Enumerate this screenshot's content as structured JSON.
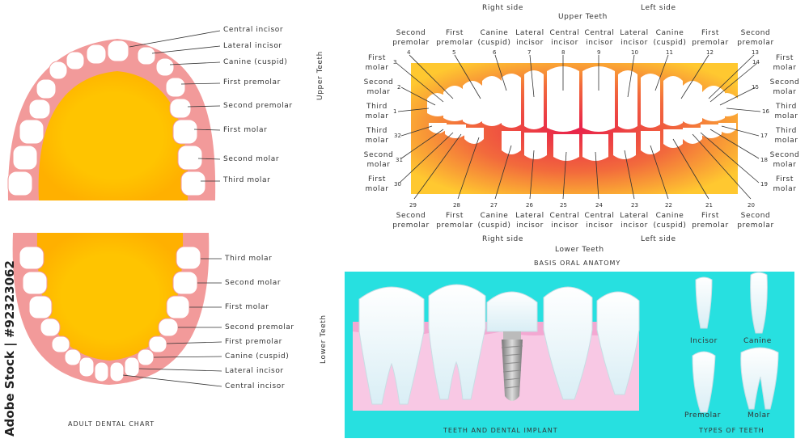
{
  "upper_arch": {
    "labels": [
      "Central incisor",
      "Lateral incisor",
      "Canine (cuspid)",
      "First premolar",
      "Second premolar",
      "First molar",
      "Second molar",
      "Third molar"
    ],
    "side_label": "Upper Teeth"
  },
  "lower_arch": {
    "labels": [
      "Third molar",
      "Second molar",
      "First molar",
      "Second premolar",
      "First premolar",
      "Canine (cuspid)",
      "Lateral incisor",
      "Central incisor"
    ],
    "side_label": "Lower Teeth",
    "caption": "ADULT DENTAL CHART"
  },
  "front_view": {
    "right_side": "Right side",
    "left_side": "Left side",
    "upper_title": "Upper Teeth",
    "lower_title": "Lower Teeth",
    "top_labels": [
      {
        "l1": "Second",
        "l2": "premolar"
      },
      {
        "l1": "First",
        "l2": "premolar"
      },
      {
        "l1": "Canine",
        "l2": "(cuspid)"
      },
      {
        "l1": "Lateral",
        "l2": "incisor"
      },
      {
        "l1": "Central",
        "l2": "incisor"
      },
      {
        "l1": "Central",
        "l2": "incisor"
      },
      {
        "l1": "Lateral",
        "l2": "incisor"
      },
      {
        "l1": "Canine",
        "l2": "(cuspid)"
      },
      {
        "l1": "First",
        "l2": "premolar"
      },
      {
        "l1": "Second",
        "l2": "premolar"
      }
    ],
    "top_numbers": [
      "4",
      "5",
      "6",
      "7",
      "8",
      "9",
      "10",
      "11",
      "12",
      "13"
    ],
    "bottom_labels": [
      {
        "l1": "Second",
        "l2": "premolar"
      },
      {
        "l1": "First",
        "l2": "premolar"
      },
      {
        "l1": "Canine",
        "l2": "(cuspid)"
      },
      {
        "l1": "Lateral",
        "l2": "incisor"
      },
      {
        "l1": "Central",
        "l2": "incisor"
      },
      {
        "l1": "Central",
        "l2": "incisor"
      },
      {
        "l1": "Lateral",
        "l2": "incisor"
      },
      {
        "l1": "Canine",
        "l2": "(cuspid)"
      },
      {
        "l1": "First",
        "l2": "premolar"
      },
      {
        "l1": "Second",
        "l2": "premolar"
      }
    ],
    "bottom_numbers": [
      "29",
      "28",
      "27",
      "26",
      "25",
      "24",
      "23",
      "22",
      "21",
      "20"
    ],
    "left_labels": [
      {
        "l1": "First",
        "l2": "molar",
        "n": "3"
      },
      {
        "l1": "Second",
        "l2": "molar",
        "n": "2"
      },
      {
        "l1": "Third",
        "l2": "molar",
        "n": "1"
      },
      {
        "l1": "Third",
        "l2": "molar",
        "n": "32"
      },
      {
        "l1": "Second",
        "l2": "molar",
        "n": "31"
      },
      {
        "l1": "First",
        "l2": "molar",
        "n": "30"
      }
    ],
    "right_labels": [
      {
        "l1": "First",
        "l2": "molar",
        "n": "14"
      },
      {
        "l1": "Second",
        "l2": "molar",
        "n": "15"
      },
      {
        "l1": "Third",
        "l2": "molar",
        "n": "16"
      },
      {
        "l1": "Third",
        "l2": "molar",
        "n": "17"
      },
      {
        "l1": "Second",
        "l2": "molar",
        "n": "18"
      },
      {
        "l1": "First",
        "l2": "molar",
        "n": "19"
      }
    ]
  },
  "oral_anatomy": {
    "title": "BASIS ORAL ANATOMY",
    "implant_caption": "TEETH AND DENTAL IMPLANT",
    "types_caption": "TYPES OF TEETH",
    "types": [
      "Incisor",
      "Canine",
      "Premolar",
      "Molar"
    ]
  },
  "watermark": "Adobe Stock | #92323062",
  "colors": {
    "gum": "#f29a9a",
    "palate": "#ffc400",
    "implant_bg": "#27e0e0",
    "gum_pink": "#f8c8e4",
    "mouth_red": "#e8204a"
  }
}
